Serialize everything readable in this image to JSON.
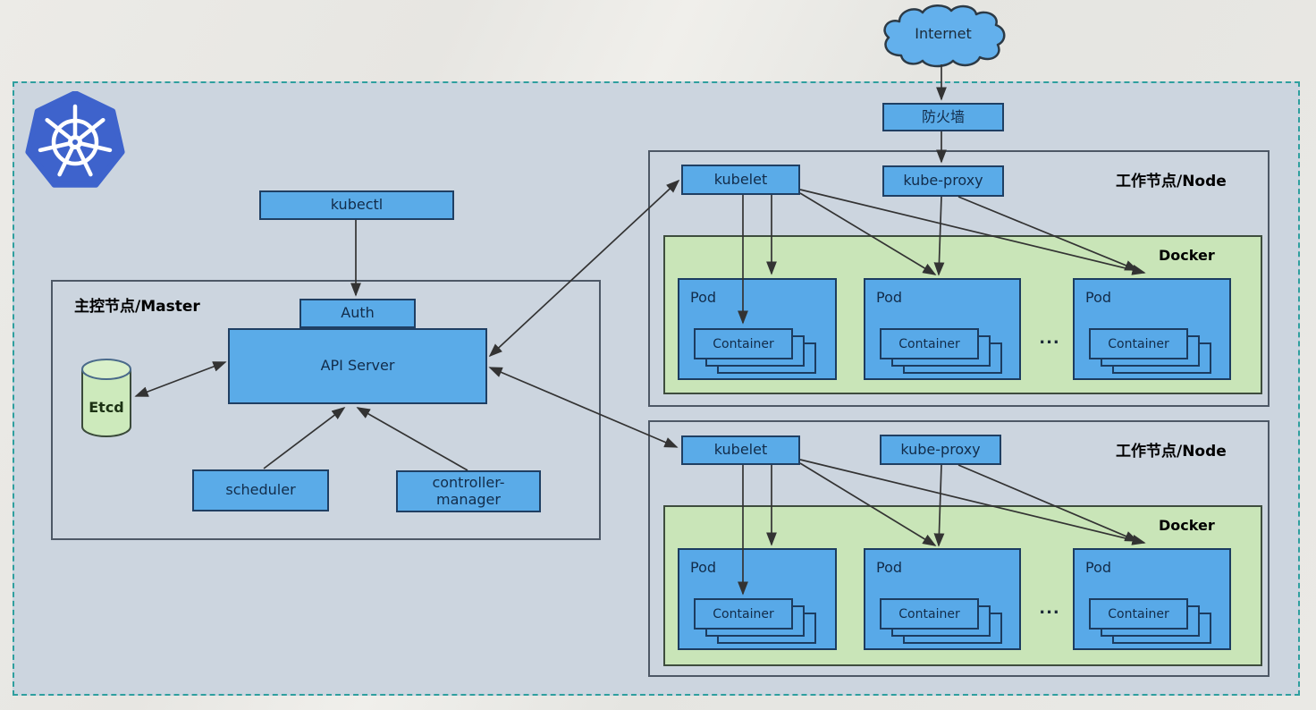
{
  "colors": {
    "component_blue": "#5aabe8",
    "component_border": "#1f3f63",
    "docker_green": "#c9e5b8",
    "etcd_green": "#cdeabc",
    "cluster_background": "#ccd5df",
    "cluster_dashed_border": "#2f9f9f",
    "kubernetes_logo_blue": "#3e63cc",
    "cloud_blue": "#63b0ec",
    "arrow_color": "#333333"
  },
  "internet": {
    "label": "Internet"
  },
  "firewall": {
    "label": "防火墙"
  },
  "logo": {
    "name": "kubernetes-logo"
  },
  "master": {
    "title": "主控节点/Master",
    "kubectl": "kubectl",
    "auth": "Auth",
    "api_server": "API Server",
    "etcd": "Etcd",
    "scheduler": "scheduler",
    "controller_manager": "controller-\nmanager"
  },
  "nodes": [
    {
      "title": "工作节点/Node",
      "kubelet": "kubelet",
      "kube_proxy": "kube-proxy",
      "docker": "Docker",
      "ellipsis": "...",
      "pods": [
        {
          "label": "Pod",
          "container": "Container"
        },
        {
          "label": "Pod",
          "container": "Container"
        },
        {
          "label": "Pod",
          "container": "Container"
        }
      ]
    },
    {
      "title": "工作节点/Node",
      "kubelet": "kubelet",
      "kube_proxy": "kube-proxy",
      "docker": "Docker",
      "ellipsis": "...",
      "pods": [
        {
          "label": "Pod",
          "container": "Container"
        },
        {
          "label": "Pod",
          "container": "Container"
        },
        {
          "label": "Pod",
          "container": "Container"
        }
      ]
    }
  ]
}
